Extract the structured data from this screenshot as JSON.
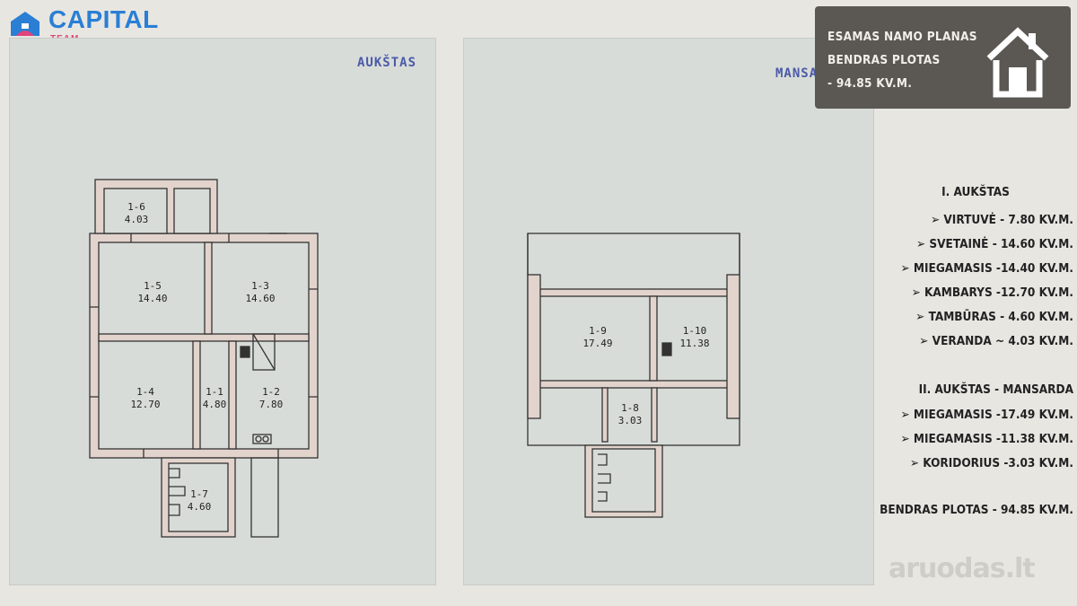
{
  "logo": {
    "name": "CAPITAL",
    "sub": "TEAM"
  },
  "stamps": {
    "left": "AUKŠTAS",
    "right": "MANSARDA"
  },
  "info": {
    "line1": "ESAMAS NAMO PLANAS",
    "line2": "BENDRAS PLOTAS",
    "line3": "- 94.85 KV.M."
  },
  "rooms": {
    "floor1_title": "I. AUKŠTAS",
    "floor1": [
      "➢ VIRTUVĖ - 7.80 KV.M.",
      "➢ SVETAINĖ - 14.60 KV.M.",
      "➢ MIEGAMASIS -14.40 KV.M.",
      "➢ KAMBARYS -12.70 KV.M.",
      "➢ TAMBŪRAS - 4.60 KV.M.",
      "➢ VERANDA ~ 4.03 KV.M."
    ],
    "floor2_title": "II. AUKŠTAS - MANSARDA",
    "floor2": [
      "➢ MIEGAMASIS -17.49 KV.M.",
      "➢ MIEGAMASIS -11.38 KV.M.",
      "➢ KORIDORIUS -3.03 KV.M."
    ],
    "total": "BENDRAS PLOTAS - 94.85 KV.M."
  },
  "plan_labels": {
    "r15": "1-5",
    "r15a": "14.40",
    "r13": "1-3",
    "r13a": "14.60",
    "r14": "1-4",
    "r14a": "12.70",
    "r11": "1-1",
    "r11a": "4.80",
    "r12": "1-2",
    "r12a": "7.80",
    "r16": "1-6",
    "r16a": "4.03",
    "r17": "1-7",
    "r17a": "4.60",
    "r19": "1-9",
    "r19a": "17.49",
    "r110": "1-10",
    "r110a": "11.38",
    "r18": "1-8",
    "r18a": "3.03"
  },
  "watermark": "aruodas.lt"
}
